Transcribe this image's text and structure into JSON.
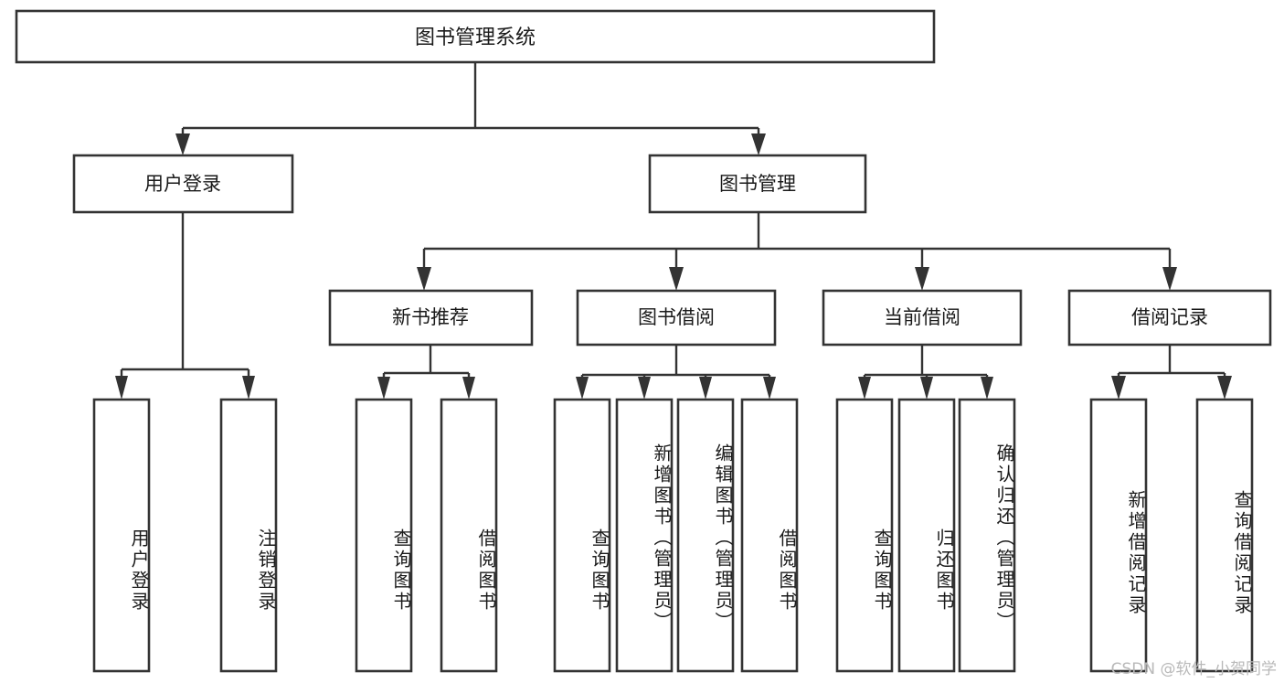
{
  "diagram": {
    "type": "tree-hierarchy",
    "title": "图书管理系统",
    "colors": {
      "box_stroke": "#333333",
      "box_fill": "#ffffff",
      "connector": "#333333",
      "text": "#1a1a1a",
      "background": "#ffffff",
      "watermark": "#b9b9b9"
    },
    "root": {
      "label": "图书管理系统"
    },
    "level2": [
      {
        "label": "用户登录"
      },
      {
        "label": "图书管理"
      }
    ],
    "level3": [
      {
        "label": "新书推荐"
      },
      {
        "label": "图书借阅"
      },
      {
        "label": "当前借阅"
      },
      {
        "label": "借阅记录"
      }
    ],
    "leaves": {
      "user_login": [
        {
          "label": "用户登录"
        },
        {
          "label": "注销登录"
        }
      ],
      "new_book_recommend": [
        {
          "label": "查询图书"
        },
        {
          "label": "借阅图书"
        }
      ],
      "book_borrow": [
        {
          "label": "查询图书"
        },
        {
          "label": "新增图书（管理员）"
        },
        {
          "label": "编辑图书（管理员）"
        },
        {
          "label": "借阅图书"
        }
      ],
      "current_borrow": [
        {
          "label": "查询图书"
        },
        {
          "label": "归还图书"
        },
        {
          "label": "确认归还（管理员）"
        }
      ],
      "borrow_record": [
        {
          "label": "新增借阅记录"
        },
        {
          "label": "查询借阅记录"
        }
      ]
    }
  },
  "watermark": {
    "text": "CSDN @软件_小贺同学"
  }
}
